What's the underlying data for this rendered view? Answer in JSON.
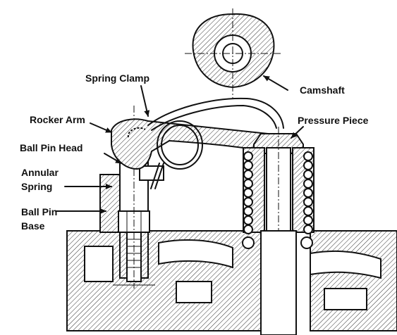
{
  "labels": {
    "spring_clamp": "Spring Clamp",
    "camshaft": "Camshaft",
    "rocker_arm": "Rocker Arm",
    "pressure_piece": "Pressure Piece",
    "ball_pin_head": "Ball Pin Head",
    "annular_1": "Annular",
    "annular_2": "Spring",
    "ball_pin_base_1": "Ball Pin",
    "ball_pin_base_2": "Base"
  }
}
